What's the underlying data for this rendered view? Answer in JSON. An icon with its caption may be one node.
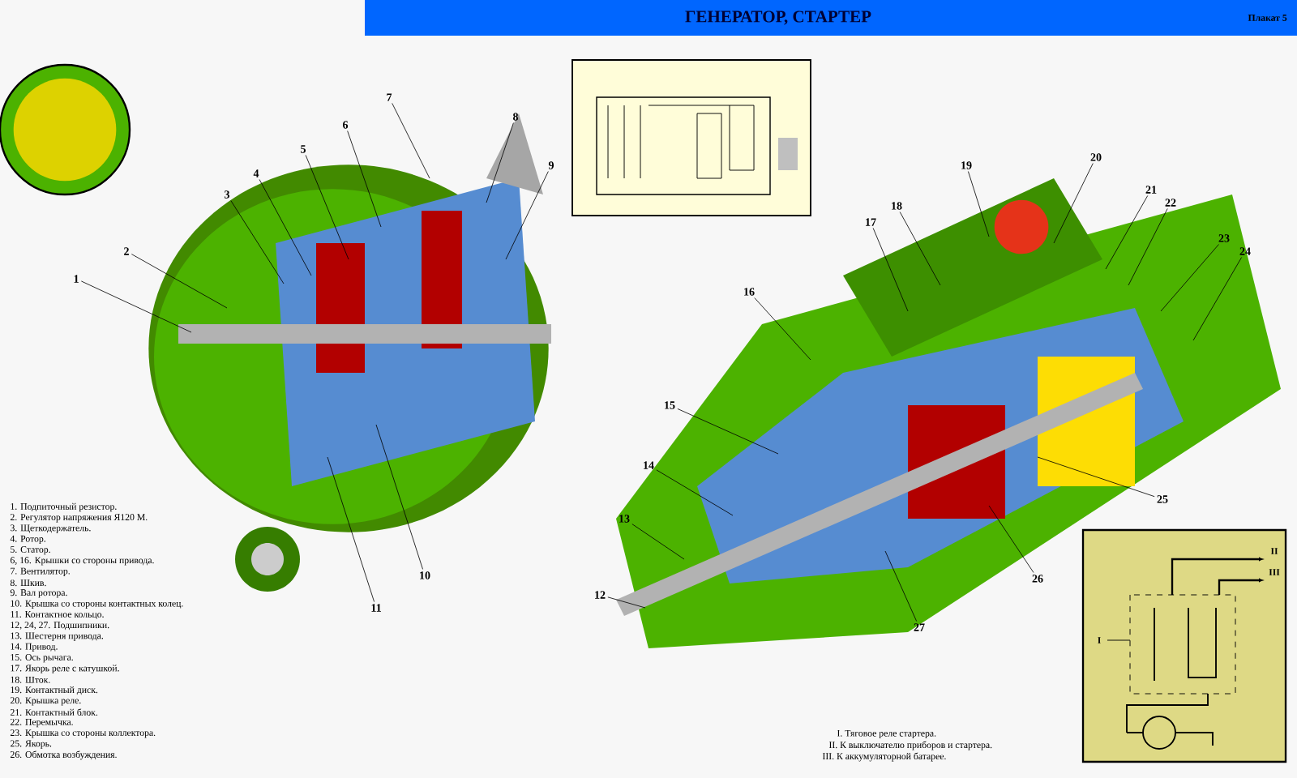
{
  "diagram": {
    "title": "ГЕНЕРАТОР, СТАРТЕР",
    "nodes": [
      {
        "text": [
          "1"
        ]
      },
      {
        "text": [
          "2"
        ]
      },
      {
        "text": [
          "3"
        ]
      },
      {
        "text": [
          "4"
        ]
      },
      {
        "text": [
          "5"
        ]
      },
      {
        "text": [
          "6"
        ]
      },
      {
        "text": [
          "7"
        ]
      },
      {
        "text": [
          "8"
        ]
      },
      {
        "text": [
          "9"
        ]
      },
      {
        "text": [
          "10"
        ]
      },
      {
        "text": [
          "11"
        ]
      },
      {
        "text": [
          "12"
        ]
      },
      {
        "text": [
          "13"
        ]
      },
      {
        "text": [
          "14"
        ]
      },
      {
        "text": [
          "15"
        ]
      },
      {
        "text": [
          "16"
        ]
      },
      {
        "text": [
          "17"
        ]
      },
      {
        "text": [
          "18"
        ]
      },
      {
        "text": [
          "19"
        ]
      },
      {
        "text": [
          "20"
        ]
      },
      {
        "text": [
          "21"
        ]
      },
      {
        "text": [
          "22"
        ]
      },
      {
        "text": [
          "23"
        ]
      },
      {
        "text": [
          "24"
        ]
      },
      {
        "text": [
          "25"
        ]
      },
      {
        "text": [
          "26"
        ]
      },
      {
        "text": [
          "27"
        ]
      }
    ],
    "edges": [
      {
        "from": 0,
        "to": null,
        "arrow": "none"
      },
      {
        "from": 1,
        "to": null,
        "arrow": "none"
      },
      {
        "from": 2,
        "to": null,
        "arrow": "none"
      },
      {
        "from": 3,
        "to": null,
        "arrow": "none"
      },
      {
        "from": 4,
        "to": null,
        "arrow": "none"
      },
      {
        "from": 5,
        "to": null,
        "arrow": "none"
      },
      {
        "from": 6,
        "to": null,
        "arrow": "none"
      },
      {
        "from": 7,
        "to": null,
        "arrow": "none"
      },
      {
        "from": 8,
        "to": null,
        "arrow": "none"
      },
      {
        "from": 9,
        "to": null,
        "arrow": "none"
      },
      {
        "from": 10,
        "to": null,
        "arrow": "none"
      },
      {
        "from": 11,
        "to": null,
        "arrow": "none"
      },
      {
        "from": 12,
        "to": null,
        "arrow": "none"
      },
      {
        "from": 13,
        "to": null,
        "arrow": "none"
      },
      {
        "from": 14,
        "to": null,
        "arrow": "none"
      },
      {
        "from": 15,
        "to": null,
        "arrow": "none"
      },
      {
        "from": 16,
        "to": null,
        "arrow": "none"
      },
      {
        "from": 17,
        "to": null,
        "arrow": "none"
      },
      {
        "from": 18,
        "to": null,
        "arrow": "none"
      },
      {
        "from": 19,
        "to": null,
        "arrow": "none"
      },
      {
        "from": 20,
        "to": null,
        "arrow": "none"
      },
      {
        "from": 21,
        "to": null,
        "arrow": "none"
      },
      {
        "from": 22,
        "to": null,
        "arrow": "none"
      },
      {
        "from": 23,
        "to": null,
        "arrow": "none"
      },
      {
        "from": 24,
        "to": null,
        "arrow": "none"
      },
      {
        "from": 25,
        "to": null,
        "arrow": "none"
      },
      {
        "from": 26,
        "to": null,
        "arrow": "none"
      }
    ],
    "labels": [
      "Плакат 5",
      "1. Подпиточный резистор.",
      "2. Регулятор напряжения Я120 М.",
      "3. Щеткодержатель.",
      "4. Ротор.",
      "5. Статор.",
      "6, 16. Крышки со стороны привода.",
      "7. Вентилятор.",
      "8. Шкив.",
      "9. Вал ротора.",
      "10. Крышка со стороны контактных колец.",
      "11. Контактное кольцо.",
      "12, 24, 27. Подшипники.",
      "13. Шестерня привода.",
      "14. Привод.",
      "15. Ось рычага.",
      "17. Якорь реле с катушкой.",
      "18. Шток.",
      "19. Контактный диск.",
      "20. Крышка реле.",
      "21. Контактный блок.",
      "22. Перемычка.",
      "23. Крышка со стороны коллектора.",
      "25. Якорь.",
      "26. Обмотка возбуждения.",
      "II",
      "III",
      "I",
      "I. Тяговое реле стартера.",
      "II. К выключателю приборов и стартера.",
      "III. К аккумуляторной батарее."
    ]
  }
}
